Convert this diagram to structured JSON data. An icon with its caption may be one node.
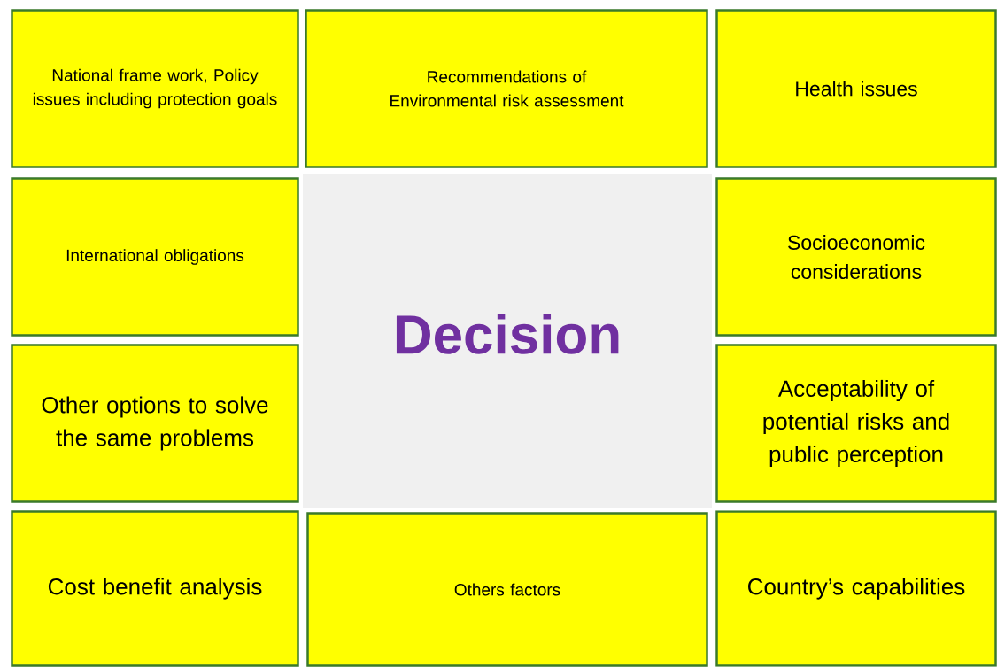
{
  "diagram": {
    "nodes": [
      {
        "text": [
          "National frame work, Policy issues including protection goals"
        ]
      },
      {
        "text": [
          "Recommendations of Environmental risk assessment"
        ]
      },
      {
        "text": [
          "Health issues"
        ]
      },
      {
        "text": [
          "International obligations"
        ]
      },
      {
        "text": [
          "Decision"
        ]
      },
      {
        "text": [
          "Socioeconomic considerations"
        ]
      },
      {
        "text": [
          "Other options to solve the same problems"
        ]
      },
      {
        "text": [
          "Acceptability of potential risks and public perception"
        ]
      },
      {
        "text": [
          "Cost benefit analysis"
        ]
      },
      {
        "text": [
          "Others factors"
        ]
      },
      {
        "text": [
          "Country’s capabilities"
        ]
      }
    ]
  }
}
